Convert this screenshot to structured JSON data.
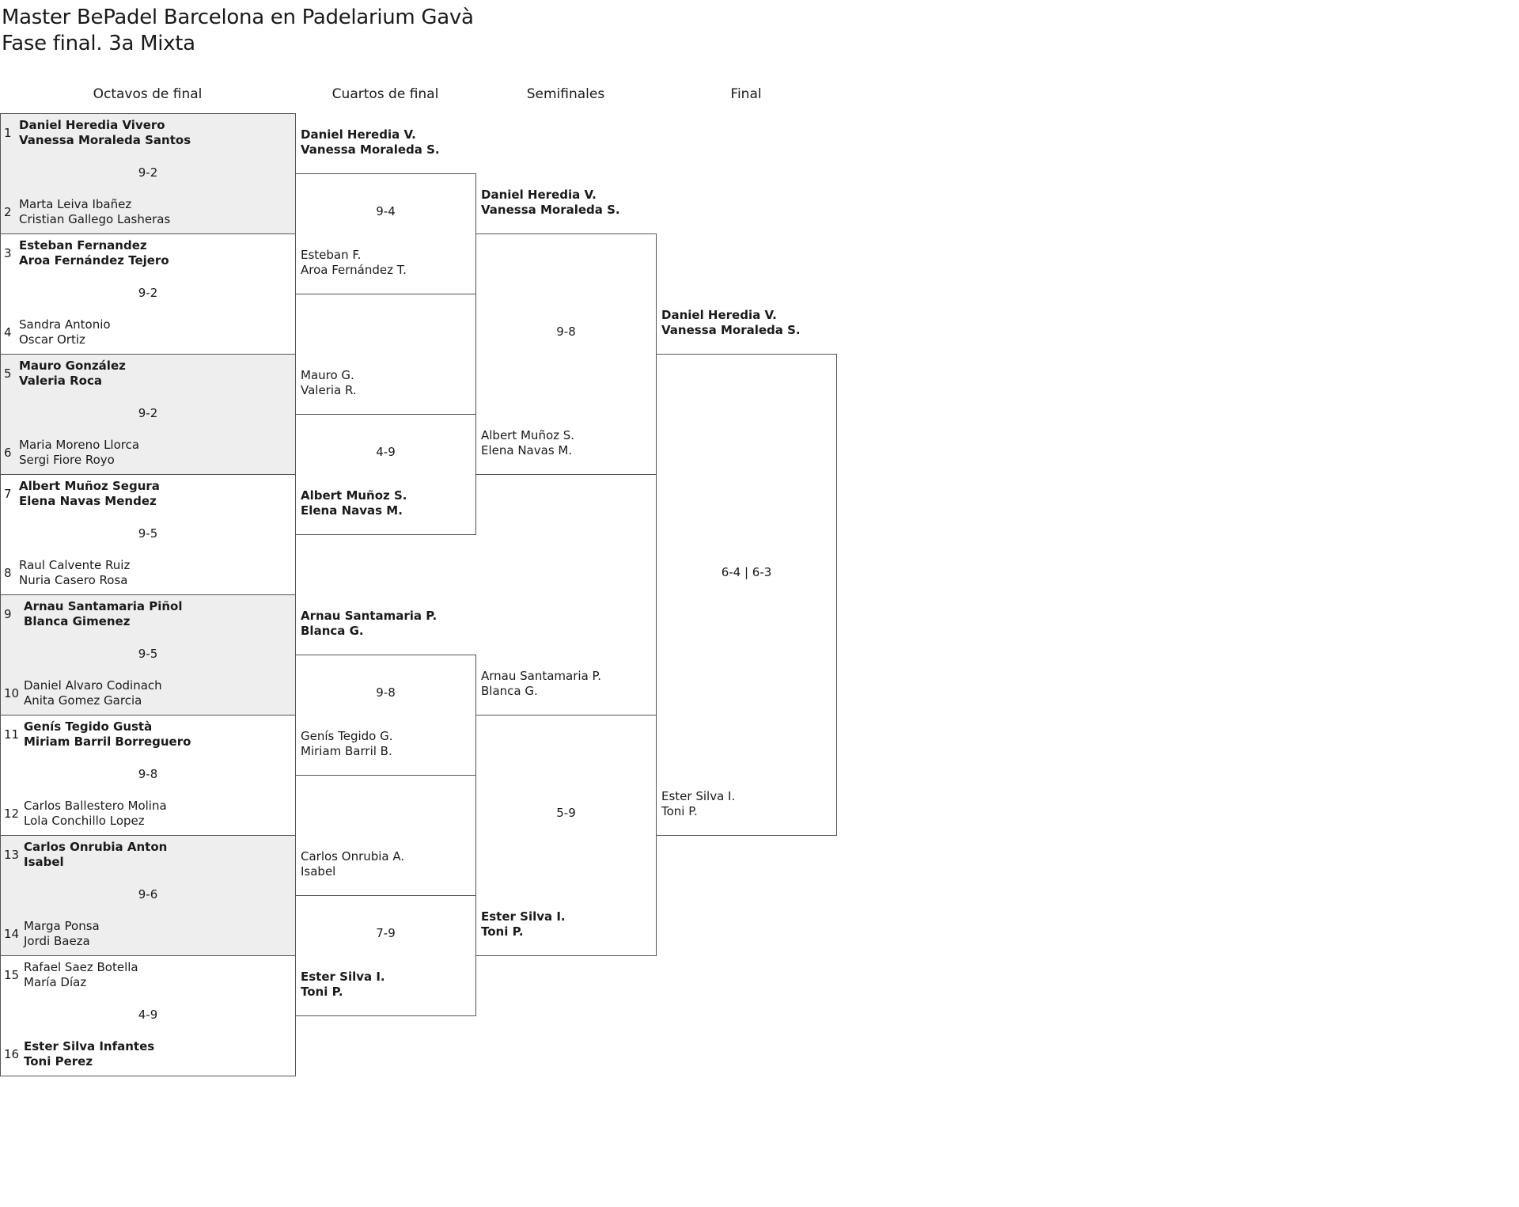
{
  "title": {
    "line1": "Master BePadel Barcelona en Padelarium Gavà",
    "line2": "Fase final. 3a Mixta"
  },
  "rounds": [
    "Octavos de final",
    "Cuartos de final",
    "Semifinales",
    "Final"
  ],
  "octavos": [
    {
      "seed_a": "1",
      "team_a": [
        "Daniel Heredia Vivero",
        "Vanessa Moraleda Santos"
      ],
      "seed_b": "2",
      "team_b": [
        "Marta Leiva Ibañez",
        "Cristian Gallego Lasheras"
      ],
      "score": "9-2",
      "winner": "a"
    },
    {
      "seed_a": "3",
      "team_a": [
        "Esteban Fernandez",
        "Aroa Fernández Tejero"
      ],
      "seed_b": "4",
      "team_b": [
        "Sandra Antonio",
        "Oscar Ortiz"
      ],
      "score": "9-2",
      "winner": "a"
    },
    {
      "seed_a": "5",
      "team_a": [
        "Mauro González",
        "Valeria Roca"
      ],
      "seed_b": "6",
      "team_b": [
        "Maria Moreno Llorca",
        "Sergi Fiore Royo"
      ],
      "score": "9-2",
      "winner": "a"
    },
    {
      "seed_a": "7",
      "team_a": [
        "Albert Muñoz Segura",
        "Elena Navas Mendez"
      ],
      "seed_b": "8",
      "team_b": [
        "Raul Calvente Ruiz",
        "Nuria Casero Rosa"
      ],
      "score": "9-5",
      "winner": "a"
    },
    {
      "seed_a": "9",
      "team_a": [
        "Arnau Santamaria Piñol",
        "Blanca Gimenez"
      ],
      "seed_b": "10",
      "team_b": [
        "Daniel Alvaro Codinach",
        "Anita Gomez Garcia"
      ],
      "score": "9-5",
      "winner": "a"
    },
    {
      "seed_a": "11",
      "team_a": [
        "Genís Tegido Gustà",
        "Miriam Barril Borreguero"
      ],
      "seed_b": "12",
      "team_b": [
        "Carlos Ballestero Molina",
        "Lola Conchillo Lopez"
      ],
      "score": "9-8",
      "winner": "a"
    },
    {
      "seed_a": "13",
      "team_a": [
        "Carlos Onrubia Anton",
        "Isabel"
      ],
      "seed_b": "14",
      "team_b": [
        "Marga Ponsa",
        "Jordi Baeza"
      ],
      "score": "9-6",
      "winner": "a"
    },
    {
      "seed_a": "15",
      "team_a": [
        "Rafael Saez Botella",
        "María Díaz"
      ],
      "seed_b": "16",
      "team_b": [
        "Ester Silva Infantes",
        "Toni Perez"
      ],
      "score": "4-9",
      "winner": "b"
    }
  ],
  "cuartos": [
    {
      "team_a": [
        "Daniel Heredia V.",
        "Vanessa Moraleda S."
      ],
      "team_b": [
        "Esteban F.",
        "Aroa Fernández T."
      ],
      "score": "9-4",
      "winner": "a"
    },
    {
      "team_a": [
        "Mauro G.",
        "Valeria R."
      ],
      "team_b": [
        "Albert Muñoz S.",
        "Elena Navas M."
      ],
      "score": "4-9",
      "winner": "b"
    },
    {
      "team_a": [
        "Arnau Santamaria P.",
        "Blanca G."
      ],
      "team_b": [
        "Genís Tegido G.",
        "Miriam Barril B."
      ],
      "score": "9-8",
      "winner": "a"
    },
    {
      "team_a": [
        "Carlos Onrubia A.",
        "Isabel"
      ],
      "team_b": [
        "Ester Silva I.",
        "Toni P."
      ],
      "score": "7-9",
      "winner": "b"
    }
  ],
  "semifinales": [
    {
      "team_a": [
        "Daniel Heredia V.",
        "Vanessa Moraleda S."
      ],
      "team_b": [
        "Albert Muñoz S.",
        "Elena Navas M."
      ],
      "score": "9-8",
      "winner": "a"
    },
    {
      "team_a": [
        "Arnau Santamaria P.",
        "Blanca G."
      ],
      "team_b": [
        "Ester Silva I.",
        "Toni P."
      ],
      "score": "5-9",
      "winner": "b"
    }
  ],
  "final": [
    {
      "team_a": [
        "Daniel Heredia V.",
        "Vanessa Moraleda S."
      ],
      "team_b": [
        "Ester Silva I.",
        "Toni P."
      ],
      "score": "6-4 | 6-3",
      "winner": "a"
    }
  ],
  "colors": {
    "shade": "#eeeeee",
    "border": "#555555",
    "text": "#1a1a1a"
  }
}
